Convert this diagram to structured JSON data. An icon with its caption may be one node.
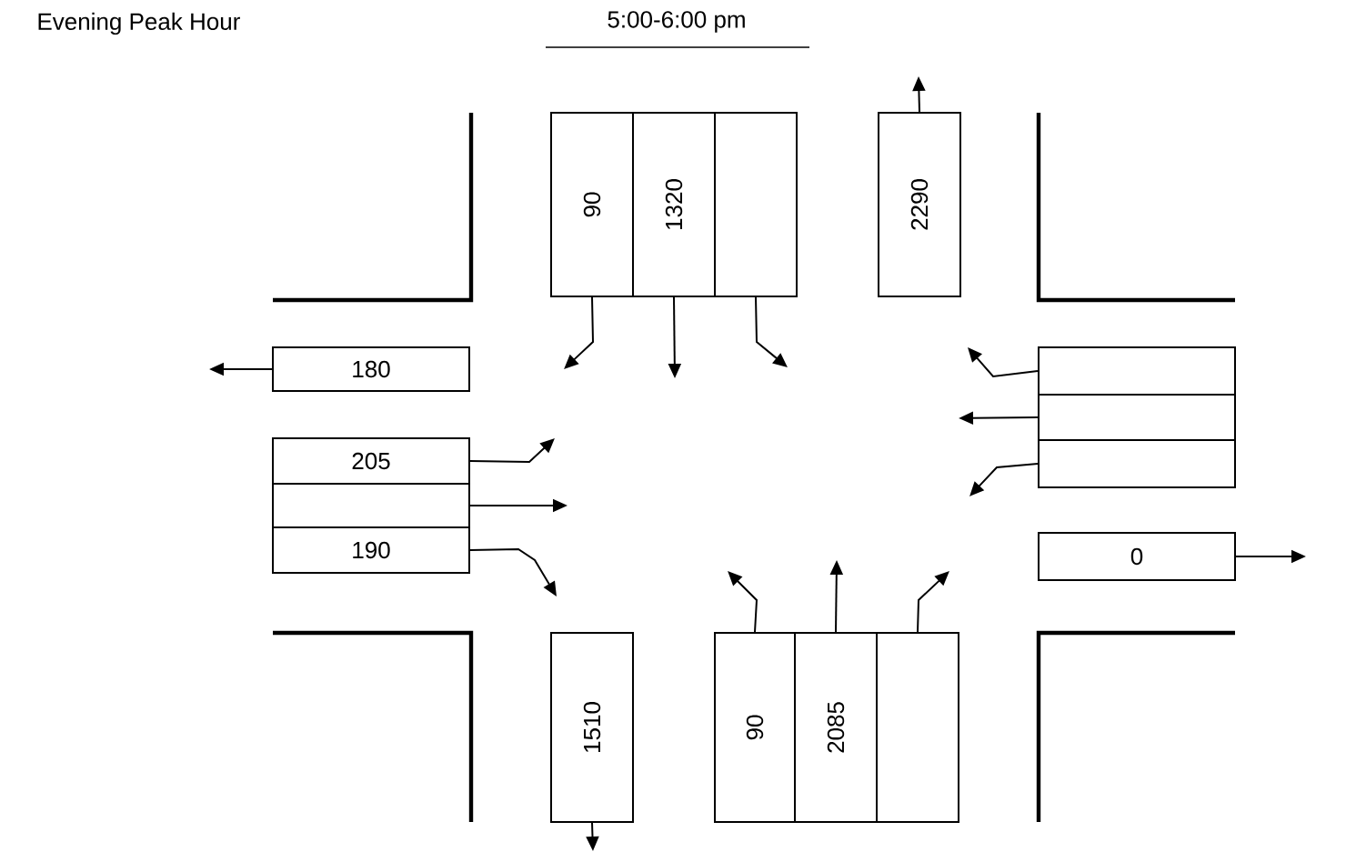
{
  "diagram": {
    "title": "Evening Peak Hour",
    "nodes": [
      {
        "text": [
          "90"
        ]
      },
      {
        "text": [
          "1320"
        ]
      },
      {
        "text": [],
        "shape": "box"
      },
      {
        "text": [
          "2290"
        ]
      },
      {
        "text": [
          "180"
        ]
      },
      {
        "text": [],
        "shape": "box"
      },
      {
        "text": [],
        "shape": "box"
      },
      {
        "text": [],
        "shape": "box"
      },
      {
        "text": [
          "205"
        ]
      },
      {
        "text": [],
        "shape": "box"
      },
      {
        "text": [
          "190"
        ]
      },
      {
        "text": [
          "0"
        ]
      },
      {
        "text": [
          "1510"
        ]
      },
      {
        "text": [
          "90"
        ]
      },
      {
        "text": [
          "2085"
        ]
      },
      {
        "text": [],
        "shape": "box"
      }
    ],
    "edges": [
      {
        "from": 0,
        "to": null,
        "arrow": "to"
      },
      {
        "from": 1,
        "to": null,
        "arrow": "to"
      },
      {
        "from": 2,
        "to": null,
        "arrow": "to"
      },
      {
        "from": 3,
        "to": null,
        "arrow": "to"
      },
      {
        "from": 4,
        "to": null,
        "arrow": "to"
      },
      {
        "from": 5,
        "to": null,
        "arrow": "to"
      },
      {
        "from": 6,
        "to": null,
        "arrow": "to"
      },
      {
        "from": 7,
        "to": null,
        "arrow": "to"
      },
      {
        "from": 8,
        "to": null,
        "arrow": "to"
      },
      {
        "from": 9,
        "to": null,
        "arrow": "to"
      },
      {
        "from": 10,
        "to": null,
        "arrow": "to"
      },
      {
        "from": 11,
        "to": null,
        "arrow": "to"
      },
      {
        "from": 12,
        "to": null,
        "arrow": "to"
      },
      {
        "from": 13,
        "to": null,
        "arrow": "to"
      },
      {
        "from": 14,
        "to": null,
        "arrow": "to"
      },
      {
        "from": 15,
        "to": null,
        "arrow": "to"
      }
    ],
    "labels": [
      "5:00-6:00 pm"
    ]
  }
}
